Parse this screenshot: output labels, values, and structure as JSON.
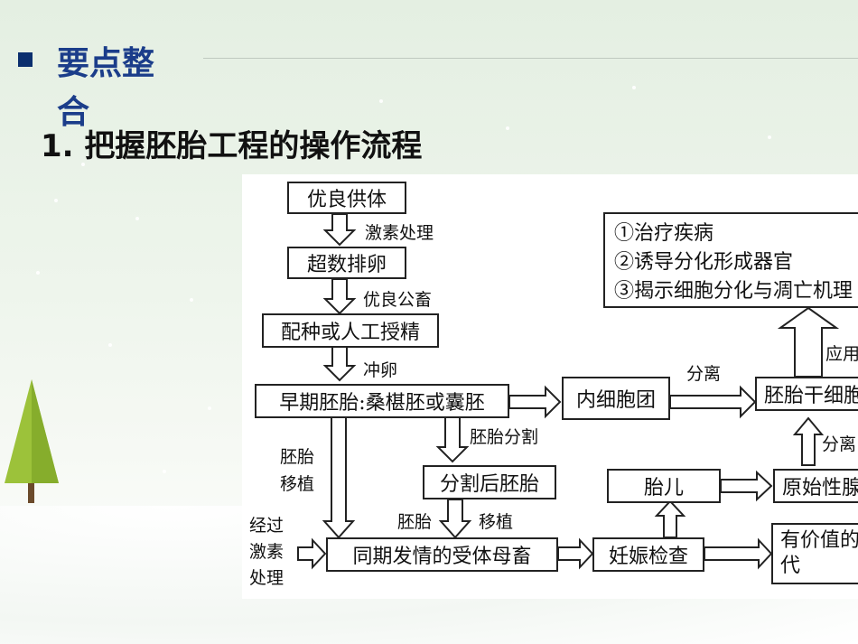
{
  "header": {
    "title": "要点整合",
    "subtitle": "1. 把握胚胎工程的操作流程"
  },
  "diagram": {
    "nodes": {
      "donor": "优良供体",
      "superovulation": "超数排卵",
      "mating": "配种或人工授精",
      "early_embryo": "早期胚胎:桑椹胚或囊胚",
      "split_embryo": "分割后胚胎",
      "recipient": "同期发情的受体母畜",
      "pregnancy_check": "妊娠检查",
      "offspring": "有价值的后代",
      "inner_cell_mass": "内细胞团",
      "stem_cells": "胚胎干细胞",
      "fetus": "胎儿",
      "primordial": "原始性腺",
      "applications": [
        "①治疗疾病",
        "②诱导分化形成器官",
        "③揭示细胞分化与凋亡机理"
      ]
    },
    "labels": {
      "hormone": "激素处理",
      "fine_male": "优良公畜",
      "flush": "冲卵",
      "embryo_split": "胚胎分割",
      "transfer_1": "胚胎",
      "transfer_2": "移植",
      "embryo_word": "胚胎",
      "transplant_word": "移植",
      "hormone_recipient": [
        "经过",
        "激素",
        "处理"
      ],
      "separate_1": "分离",
      "separate_2": "分离",
      "apply": "应用"
    }
  }
}
